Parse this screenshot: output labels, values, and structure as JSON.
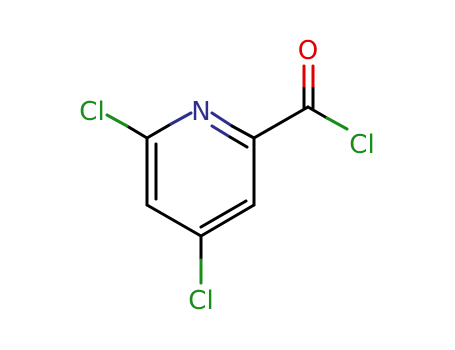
{
  "molecule": {
    "atoms": [
      {
        "id": "n1",
        "symbol": "N",
        "color": "#2e2e8c"
      },
      {
        "id": "c2",
        "symbol": "C",
        "color": "#000000"
      },
      {
        "id": "c3",
        "symbol": "C",
        "color": "#000000"
      },
      {
        "id": "c4",
        "symbol": "C",
        "color": "#000000"
      },
      {
        "id": "c5",
        "symbol": "C",
        "color": "#000000"
      },
      {
        "id": "c6",
        "symbol": "C",
        "color": "#000000"
      },
      {
        "id": "c7",
        "symbol": "C",
        "color": "#000000"
      },
      {
        "id": "o1",
        "symbol": "O",
        "color": "#e00000"
      },
      {
        "id": "cl_a",
        "symbol": "Cl",
        "color": "#1a8c1a"
      },
      {
        "id": "cl_6",
        "symbol": "Cl",
        "color": "#1a8c1a"
      },
      {
        "id": "cl_4",
        "symbol": "Cl",
        "color": "#1a8c1a"
      }
    ],
    "bonds": [
      {
        "from": "n1",
        "to": "c2",
        "order": 2
      },
      {
        "from": "c2",
        "to": "c3",
        "order": 1
      },
      {
        "from": "c3",
        "to": "c4",
        "order": 2
      },
      {
        "from": "c4",
        "to": "c5",
        "order": 1
      },
      {
        "from": "c5",
        "to": "c6",
        "order": 2
      },
      {
        "from": "c6",
        "to": "n1",
        "order": 1
      },
      {
        "from": "c2",
        "to": "c7",
        "order": 1
      },
      {
        "from": "c7",
        "to": "o1",
        "order": 2
      },
      {
        "from": "c7",
        "to": "cl_a",
        "order": 1
      },
      {
        "from": "c6",
        "to": "cl_6",
        "order": 1
      },
      {
        "from": "c4",
        "to": "cl_4",
        "order": 1
      }
    ]
  },
  "labels": {
    "oxygen": "O",
    "nitrogen": "N",
    "chlorine_ring6": "Cl",
    "chlorine_acyl": "Cl",
    "chlorine_ring4": "Cl"
  },
  "colors": {
    "bond": "#000000",
    "nitrogen": "#2e2e8c",
    "oxygen": "#e00000",
    "chlorine": "#1a8c1a",
    "background": "#ffffff"
  }
}
